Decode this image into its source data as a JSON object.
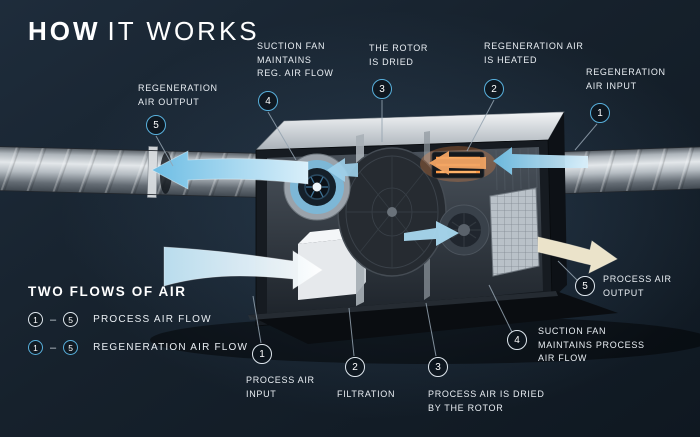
{
  "title": {
    "bold": "HOW",
    "rest": "IT WORKS"
  },
  "callouts": {
    "reg_output": {
      "num": "5",
      "label": "REGENERATION\nAIR OUTPUT"
    },
    "reg_fan": {
      "num": "4",
      "label": "SUCTION FAN\nMAINTAINS\nREG. AIR FLOW"
    },
    "rotor_dried": {
      "num": "3",
      "label": "THE ROTOR\nIS DRIED"
    },
    "reg_heated": {
      "num": "2",
      "label": "REGENERATION AIR\nIS HEATED"
    },
    "reg_input": {
      "num": "1",
      "label": "REGENERATION\nAIR INPUT"
    },
    "proc_input": {
      "num": "1",
      "label": "PROCESS AIR\nINPUT"
    },
    "filtration": {
      "num": "2",
      "label": "FILTRATION"
    },
    "proc_dried": {
      "num": "3",
      "label": "PROCESS AIR IS DRIED\nBY THE ROTOR"
    },
    "proc_fan": {
      "num": "4",
      "label": "SUCTION FAN\nMAINTAINS PROCESS\nAIR FLOW"
    },
    "proc_output": {
      "num": "5",
      "label": "PROCESS AIR\nOUTPUT"
    }
  },
  "legend": {
    "title": "TWO FLOWS OF AIR",
    "process": {
      "from": "1",
      "dash": "–",
      "to": "5",
      "label": "PROCESS AIR FLOW"
    },
    "regeneration": {
      "from": "1",
      "dash": "–",
      "to": "5",
      "label": "REGENERATION AIR FLOW"
    }
  },
  "colors": {
    "background": "#16212c",
    "regeneration_accent": "#58b0dc",
    "process_accent": "#dfe7ee",
    "air_arrow_blue": "#9fd2ec",
    "heater_orange": "#ff9a45",
    "output_arrow_beige": "#ebe3ca",
    "label_text": "#e9eef3"
  }
}
